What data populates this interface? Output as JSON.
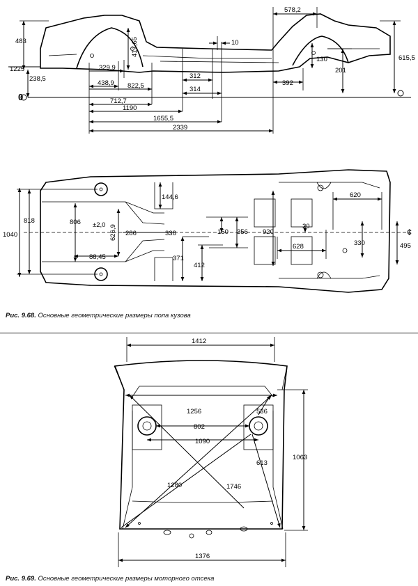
{
  "fig68": {
    "caption_num": "Рис. 9.68.",
    "caption_text": "Основные геометрические размеры пола кузова",
    "side": {
      "datum": "0",
      "d483": "483",
      "d1225": "1225",
      "d238_5": "238,5",
      "d417_65": "417,65",
      "d329_9": "329,9",
      "d438_9": "438,9",
      "d822_5": "822,5",
      "d712_7": "712,7",
      "d1190": "1190",
      "d1655_5": "1655,5",
      "d2339": "2339",
      "d312": "312",
      "d314": "314",
      "d10": "10",
      "d578_2": "578,2",
      "d130": "130",
      "d201": "201",
      "d392": "392",
      "d615_5": "615,5"
    },
    "plan": {
      "d818": "818",
      "d1040": "1040",
      "d806": "806",
      "d144_6": "144,6",
      "d2_0": "±2,0",
      "d626_9": "626,9",
      "d286": "286",
      "d338": "338",
      "d150": "150",
      "d356": "356",
      "d920": "920",
      "d88_45": "88,45",
      "d371": "371",
      "d412": "412",
      "d620": "620",
      "d20": "20",
      "d628": "628",
      "d330": "330",
      "d495": "495",
      "centerline": "¢"
    }
  },
  "fig69": {
    "caption_num": "Рис. 9.69.",
    "caption_text": "Основные геометрические размеры моторного отсека",
    "d1412": "1412",
    "d1256": "1256",
    "d536": "536",
    "d802": "802",
    "d1090": "1090",
    "d1063": "1063",
    "d613": "613",
    "d1280": "1280",
    "d1746": "1746",
    "d1376": "1376"
  }
}
